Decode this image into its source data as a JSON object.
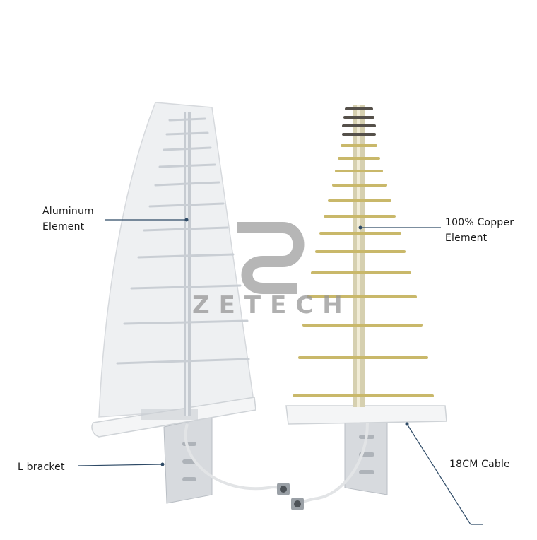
{
  "labels": {
    "aluminum_line1": "Aluminum",
    "aluminum_line2": "Element",
    "copper_line1": "100% Copper",
    "copper_line2": "Element",
    "bracket": "L bracket",
    "cable": "18CM Cable"
  },
  "watermark": {
    "text": "ZETECH"
  },
  "colors": {
    "background": "#ffffff",
    "radome": "#eef0f2",
    "aluminum": "#c9ced4",
    "copper": "#c9b86a",
    "leader_line": "#2e4a66",
    "watermark": "#9a9a9a"
  }
}
